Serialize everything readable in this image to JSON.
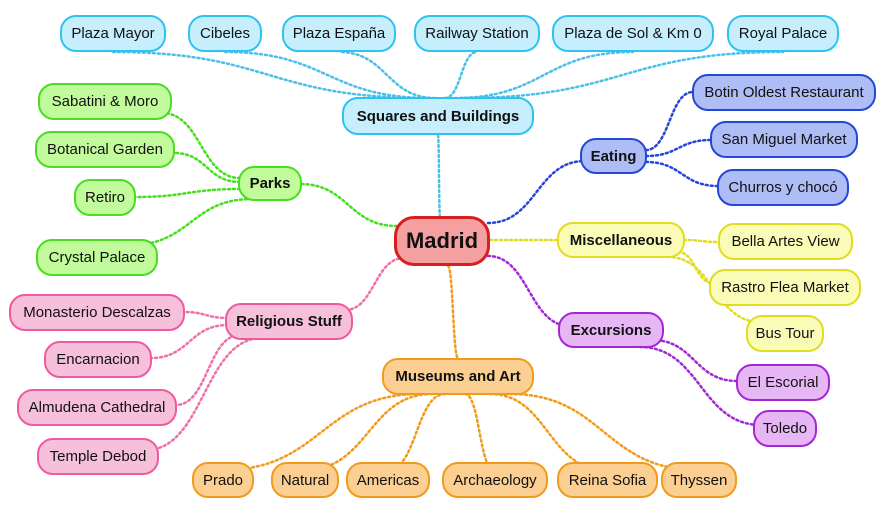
{
  "center": {
    "label": "Madrid",
    "colors": {
      "fill": "#f4a0a0",
      "stroke": "#d81e1e"
    }
  },
  "branches": [
    {
      "key": "squares",
      "label": "Squares and Buildings",
      "colors": {
        "fill": "#c6eefc",
        "stroke": "#2ec3ef",
        "line": "#4ac0e8"
      },
      "children": [
        "Plaza Mayor",
        "Cibeles",
        "Plaza España",
        "Railway Station",
        "Plaza de Sol & Km 0",
        "Royal Palace"
      ]
    },
    {
      "key": "eating",
      "label": "Eating",
      "colors": {
        "fill": "#aebdf5",
        "stroke": "#2547d8",
        "line": "#2547d8"
      },
      "children": [
        "Botin Oldest Restaurant",
        "San Miguel Market",
        "Churros y chocó"
      ]
    },
    {
      "key": "misc",
      "label": "Miscellaneous",
      "colors": {
        "fill": "#fbfbb8",
        "stroke": "#e0dc20",
        "line": "#e0dc20"
      },
      "children": [
        "Bella Artes View",
        "Rastro Flea Market",
        "Bus Tour"
      ]
    },
    {
      "key": "excursions",
      "label": "Excursions",
      "colors": {
        "fill": "#e7b7f5",
        "stroke": "#a427d6",
        "line": "#a427d6"
      },
      "children": [
        "El Escorial",
        "Toledo"
      ]
    },
    {
      "key": "museums",
      "label": "Museums and Art",
      "colors": {
        "fill": "#fbcf92",
        "stroke": "#f29a1d",
        "line": "#f29a1d"
      },
      "children": [
        "Prado",
        "Natural",
        "Americas",
        "Archaeology",
        "Reina Sofia",
        "Thyssen"
      ]
    },
    {
      "key": "religious",
      "label": "Religious Stuff",
      "colors": {
        "fill": "#f7c0da",
        "stroke": "#ef5a9e",
        "line": "#ef6fa8"
      },
      "children": [
        "Monasterio Descalzas",
        "Encarnacion",
        "Almudena Cathedral",
        "Temple Debod"
      ]
    },
    {
      "key": "parks",
      "label": "Parks",
      "colors": {
        "fill": "#c2fb9c",
        "stroke": "#47de1e",
        "line": "#47de1e"
      },
      "children": [
        "Sabatini & Moro",
        "Botanical Garden",
        "Retiro",
        "Crystal Palace"
      ]
    }
  ]
}
